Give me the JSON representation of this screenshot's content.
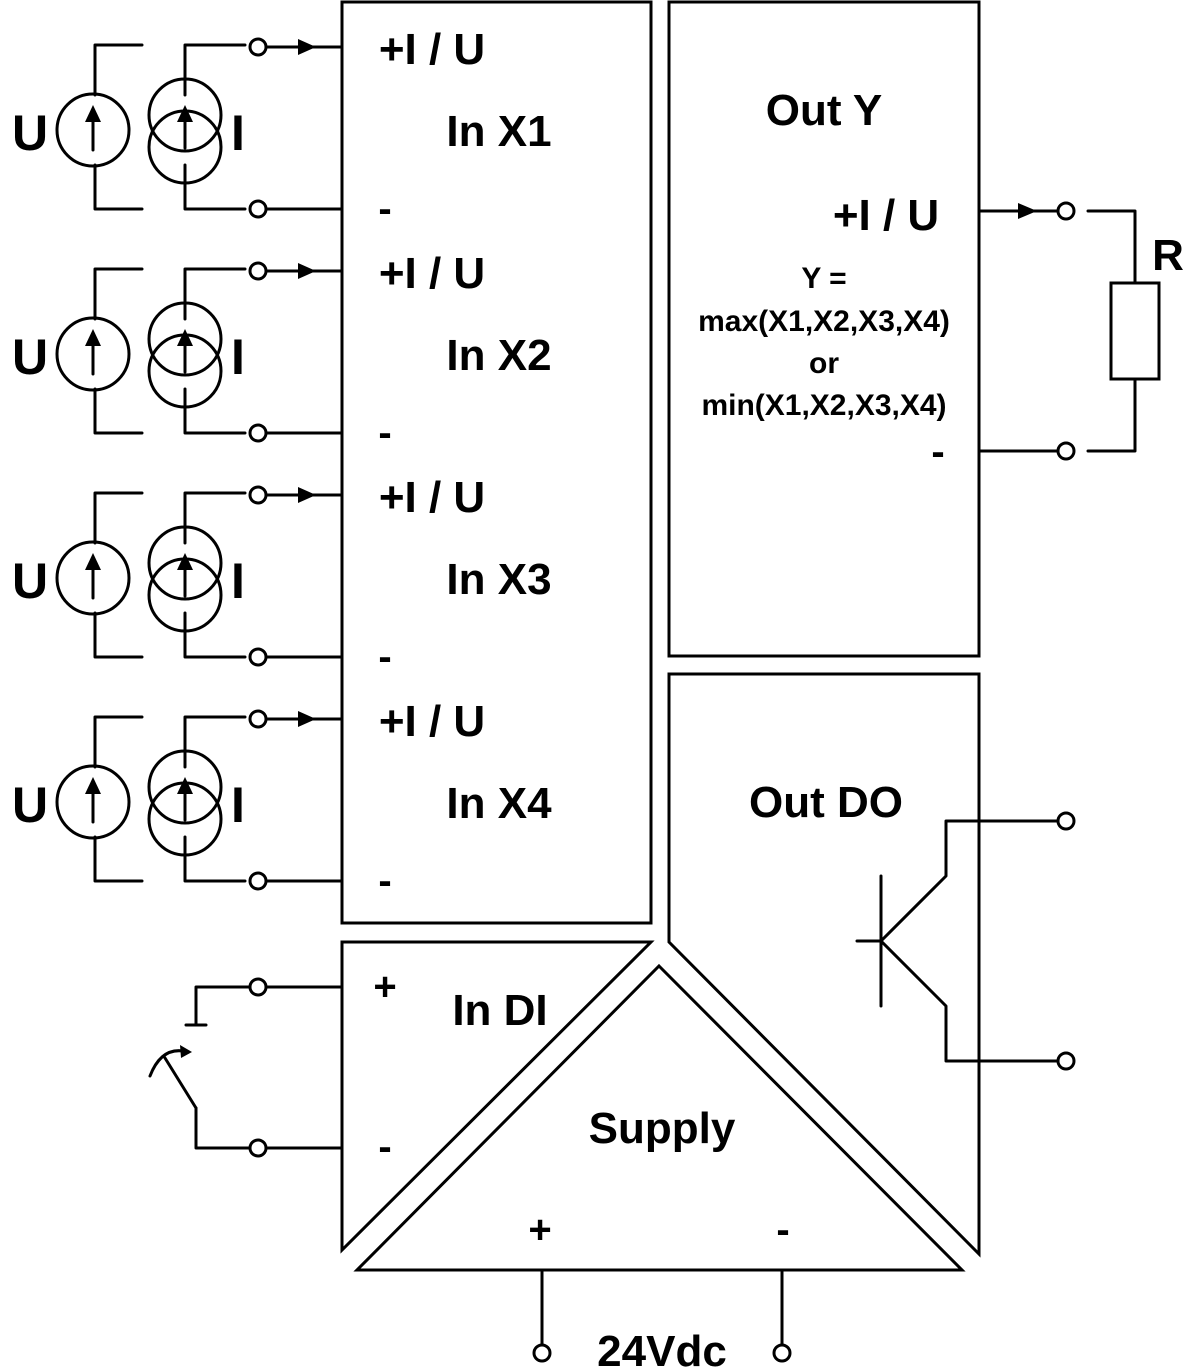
{
  "inputs": [
    {
      "id": "X1",
      "name": "In X1",
      "plus": "+I / U",
      "minus": "-",
      "u_label": "U",
      "i_label": "I"
    },
    {
      "id": "X2",
      "name": "In X2",
      "plus": "+I / U",
      "minus": "-",
      "u_label": "U",
      "i_label": "I"
    },
    {
      "id": "X3",
      "name": "In X3",
      "plus": "+I / U",
      "minus": "-",
      "u_label": "U",
      "i_label": "I"
    },
    {
      "id": "X4",
      "name": "In X4",
      "plus": "+I / U",
      "minus": "-",
      "u_label": "U",
      "i_label": "I"
    }
  ],
  "out_y": {
    "title": "Out Y",
    "plus": "+I / U",
    "minus": "-",
    "formula": [
      "Y =",
      "max(X1,X2,X3,X4)",
      "or",
      "min(X1,X2,X3,X4)"
    ],
    "load_label": "R"
  },
  "out_do": {
    "title": "Out DO"
  },
  "in_di": {
    "title": "In DI",
    "plus": "+",
    "minus": "-"
  },
  "supply": {
    "title": "Supply",
    "plus": "+",
    "minus": "-",
    "voltage": "24Vdc"
  }
}
